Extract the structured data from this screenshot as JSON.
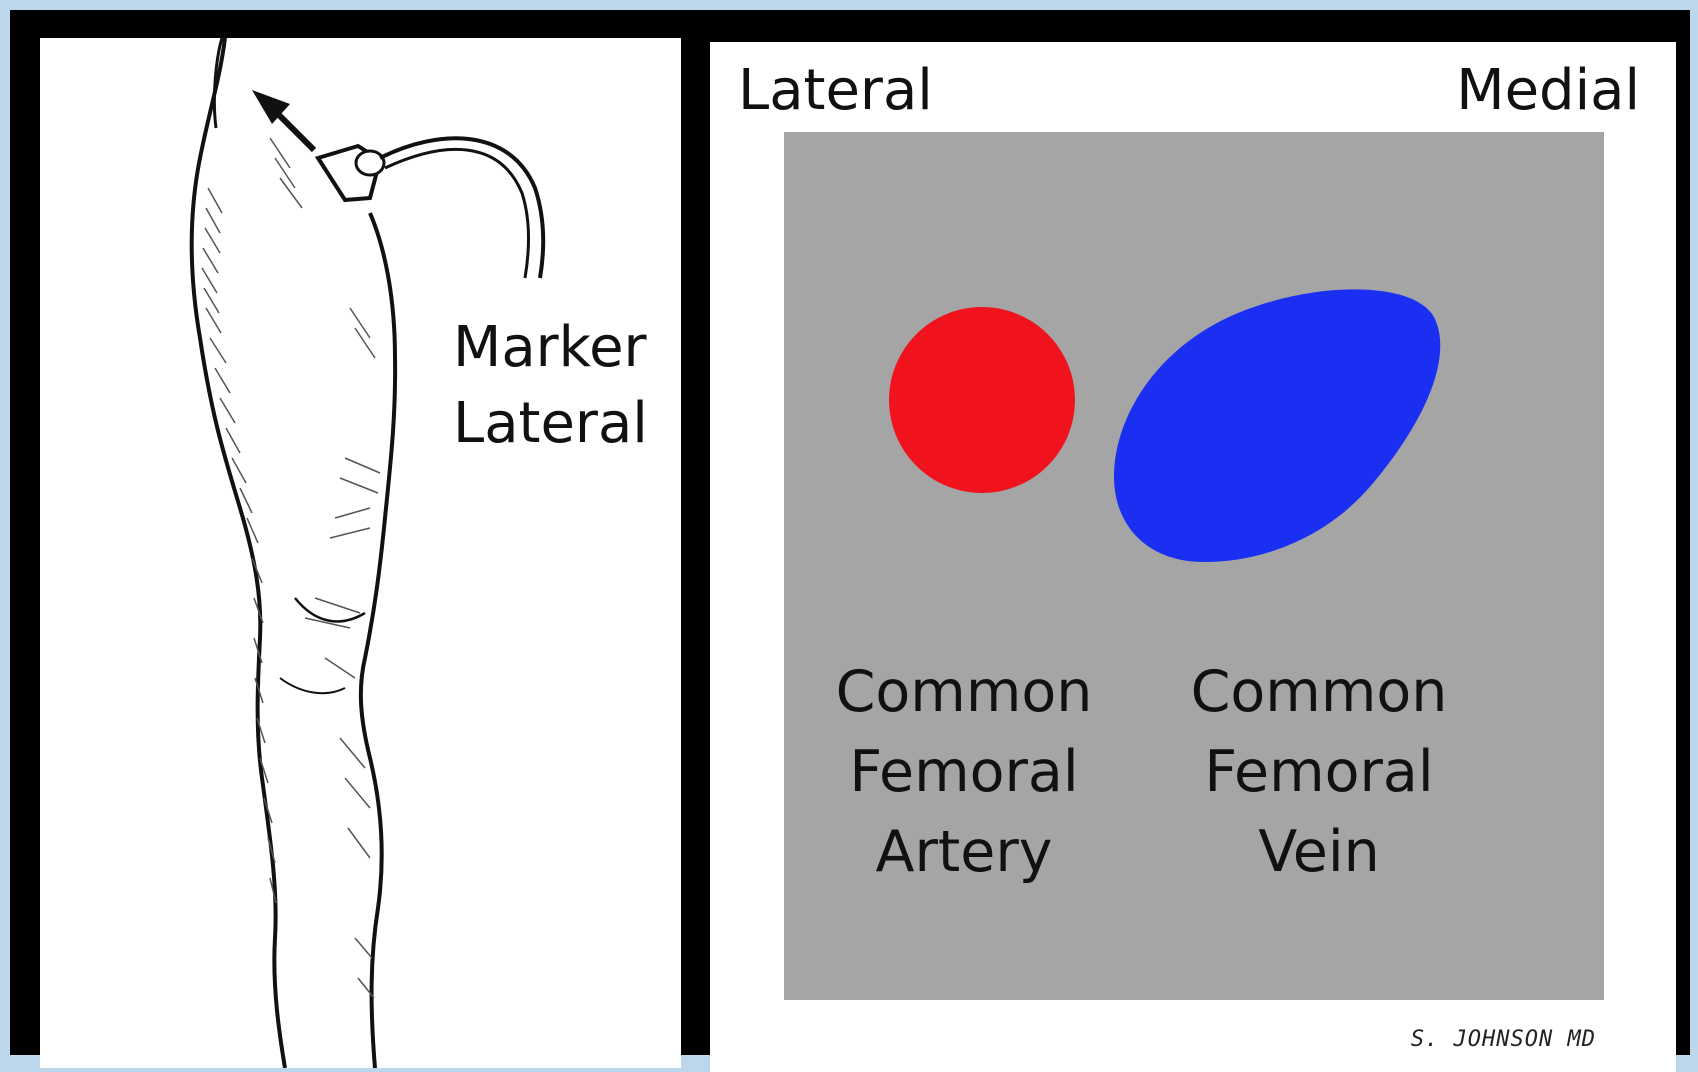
{
  "left_panel": {
    "probe_label_line1": "Marker",
    "probe_label_line2": "Lateral"
  },
  "right_panel": {
    "orientation_left": "Lateral",
    "orientation_right": "Medial",
    "artery": {
      "label_line1": "Common",
      "label_line2": "Femoral",
      "label_line3": "Artery",
      "color": "#f0121c"
    },
    "vein": {
      "label_line1": "Common",
      "label_line2": "Femoral",
      "label_line3": "Vein",
      "color": "#1a2ff2"
    },
    "ultrasound_background_color": "#a5a5a5",
    "signature": "S. JOHNSON MD"
  }
}
